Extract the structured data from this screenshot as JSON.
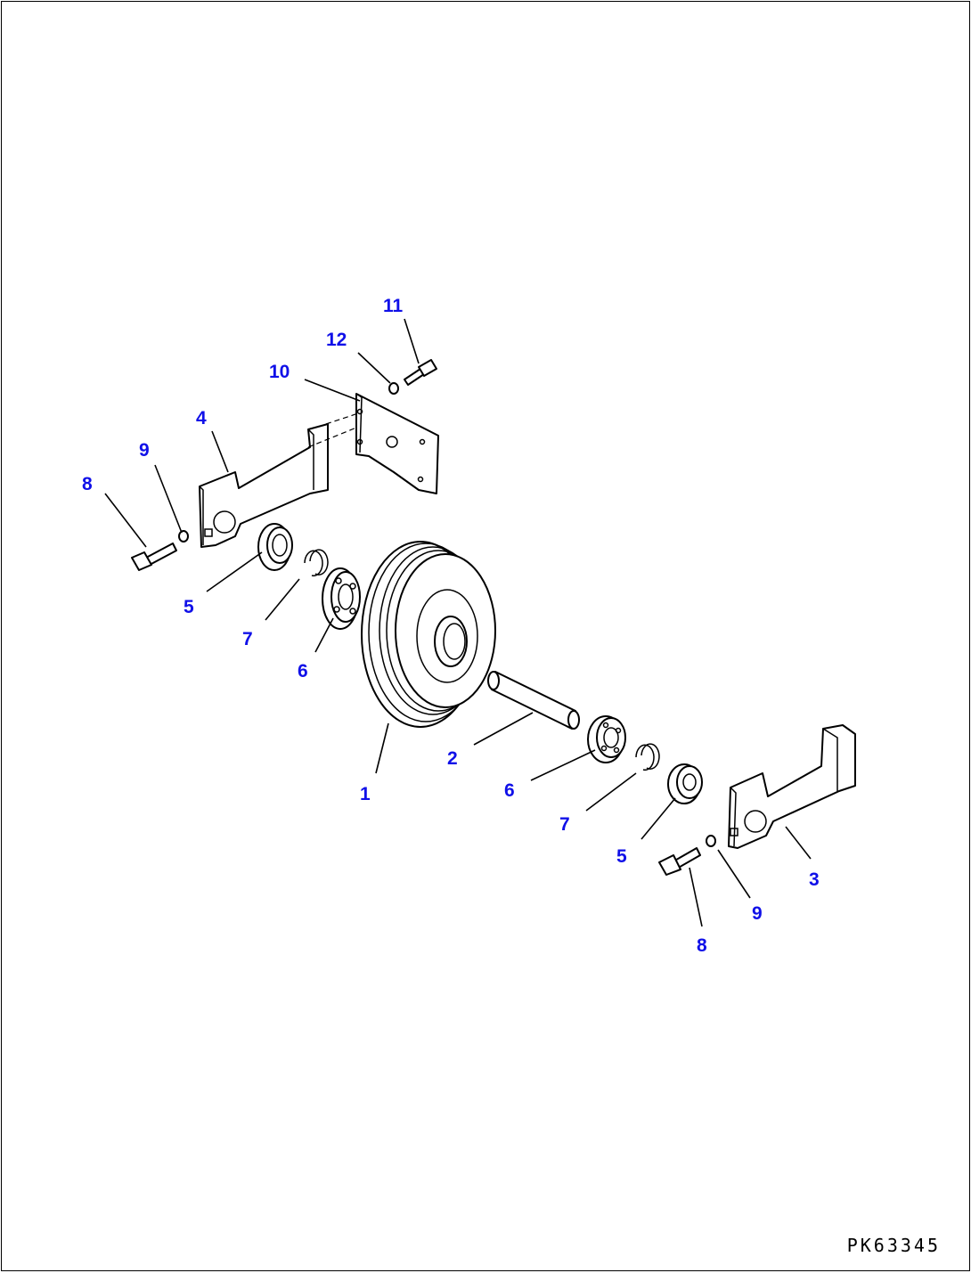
{
  "diagram": {
    "callouts": [
      {
        "id": "c11",
        "text": "11"
      },
      {
        "id": "c12",
        "text": "12"
      },
      {
        "id": "c10",
        "text": "10"
      },
      {
        "id": "c4",
        "text": "4"
      },
      {
        "id": "c9a",
        "text": "9"
      },
      {
        "id": "c8a",
        "text": "8"
      },
      {
        "id": "c5a",
        "text": "5"
      },
      {
        "id": "c7a",
        "text": "7"
      },
      {
        "id": "c6a",
        "text": "6"
      },
      {
        "id": "c1",
        "text": "1"
      },
      {
        "id": "c2",
        "text": "2"
      },
      {
        "id": "c6b",
        "text": "6"
      },
      {
        "id": "c7b",
        "text": "7"
      },
      {
        "id": "c5b",
        "text": "5"
      },
      {
        "id": "c3",
        "text": "3"
      },
      {
        "id": "c9b",
        "text": "9"
      },
      {
        "id": "c8b",
        "text": "8"
      }
    ],
    "reference_code": "PK63345",
    "callout_color": "#1010e8"
  }
}
